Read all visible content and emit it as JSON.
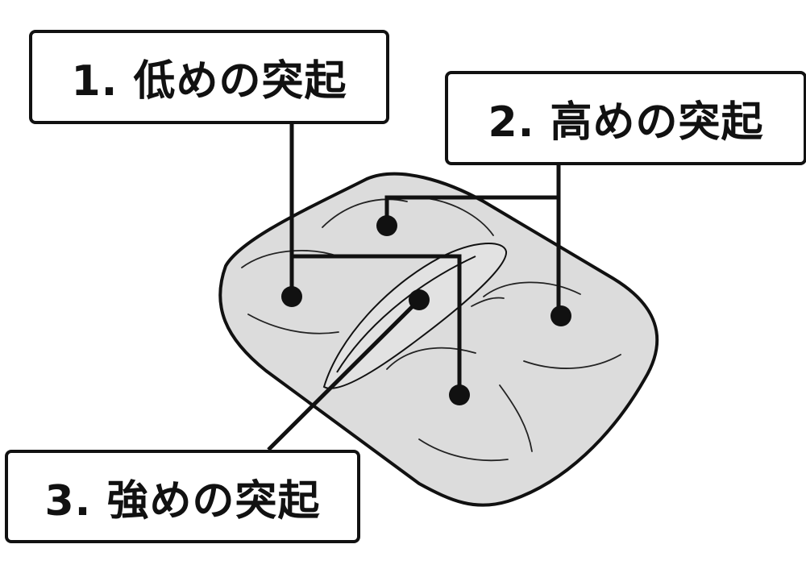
{
  "labels": {
    "low": "1. 低めの突起",
    "high": "2. 高めの突起",
    "strong": "3. 強めの突起"
  },
  "colors": {
    "outline": "#111111",
    "pad_fill": "#dcdcdc",
    "background": "#ffffff"
  }
}
